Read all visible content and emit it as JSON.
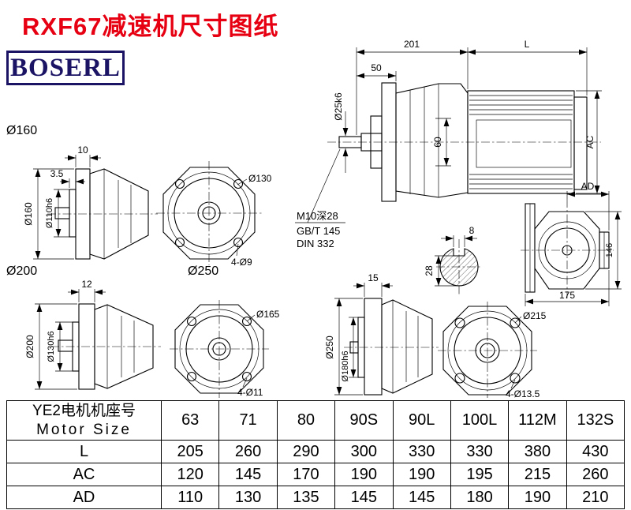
{
  "colors": {
    "title_red": "#e60012",
    "brand_navy": "#1b1464"
  },
  "header": {
    "title": "RXF67减速机尺寸图纸",
    "brand": "BOSERL"
  },
  "sections": {
    "d160_label": "Ø160",
    "d200_label": "Ø200",
    "d250_label": "Ø250"
  },
  "view160": {
    "dim_width": "10",
    "dim_step": "3.5",
    "dim_outer": "Ø160",
    "dim_spigot": "Ø110h6",
    "front_circle": "Ø130",
    "front_holes": "4-Ø9"
  },
  "view200": {
    "dim_width": "12",
    "dim_outer": "Ø200",
    "dim_spigot": "Ø130h6",
    "front_circle": "Ø165",
    "front_holes": "4-Ø11"
  },
  "view250": {
    "dim_width": "15",
    "dim_outer": "Ø250",
    "dim_spigot": "Ø180h6",
    "front_circle": "Ø215",
    "front_holes": "4-Ø13.5"
  },
  "assembly": {
    "dim_201": "201",
    "dim_L": "L",
    "dim_50": "50",
    "dim_shaft": "Ø25k6",
    "dim_60": "60",
    "dim_AC": "AC",
    "note_thread": "M10深28",
    "note_gb": "GB/T 145",
    "note_din": "DIN 332"
  },
  "sideview": {
    "dim_AD": "AD",
    "dim_146": "146",
    "dim_175": "175"
  },
  "keysection": {
    "dim_8": "8",
    "dim_28": "28"
  },
  "table": {
    "motor_label_cn": "YE2电机机座号",
    "motor_label_en": "Motor Size",
    "sizes": [
      "63",
      "71",
      "80",
      "90S",
      "90L",
      "100L",
      "112M",
      "132S"
    ],
    "rows": [
      {
        "label": "L",
        "values": [
          "205",
          "260",
          "290",
          "300",
          "330",
          "330",
          "380",
          "430"
        ]
      },
      {
        "label": "AC",
        "values": [
          "120",
          "145",
          "170",
          "190",
          "190",
          "195",
          "215",
          "260"
        ]
      },
      {
        "label": "AD",
        "values": [
          "110",
          "130",
          "135",
          "145",
          "145",
          "180",
          "190",
          "210"
        ]
      }
    ]
  }
}
